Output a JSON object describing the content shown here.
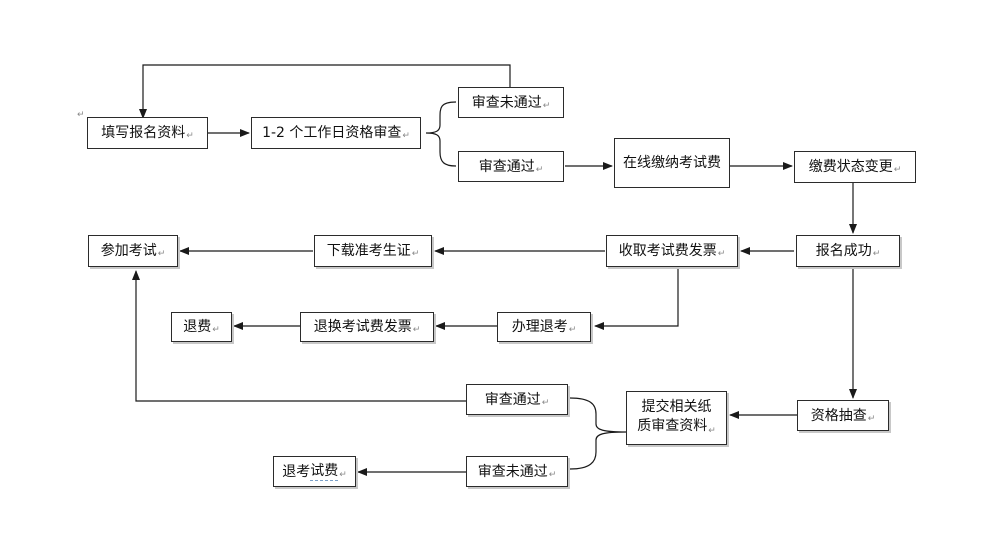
{
  "nodes": {
    "fill_info": "填写报名资料",
    "review_days": "1-2 个工作日资格审查",
    "first_fail": "审查未通过",
    "first_pass": "审查通过",
    "pay_online": "在线缴纳考试费",
    "pay_status": "缴费状态变更",
    "signup_ok": "报名成功",
    "get_invoice": "收取考试费发票",
    "download_ticket": "下载准考生证",
    "take_exam": "参加考试",
    "withdraw": "办理退考",
    "swap_invoice": "退换考试费发票",
    "refund": "退费",
    "spot_check": "资格抽查",
    "submit_docs_1": "提交相关纸",
    "submit_docs_2": "质审查资料",
    "second_pass": "审查通过",
    "second_fail": "审查未通过",
    "refund_exam_1": "退考",
    "refund_exam_2": "试费"
  },
  "paragraph_mark": "↵",
  "colors": {
    "line": "#1a1a1a",
    "border": "#2b2b2b",
    "shadow": "#c8c8c8"
  }
}
